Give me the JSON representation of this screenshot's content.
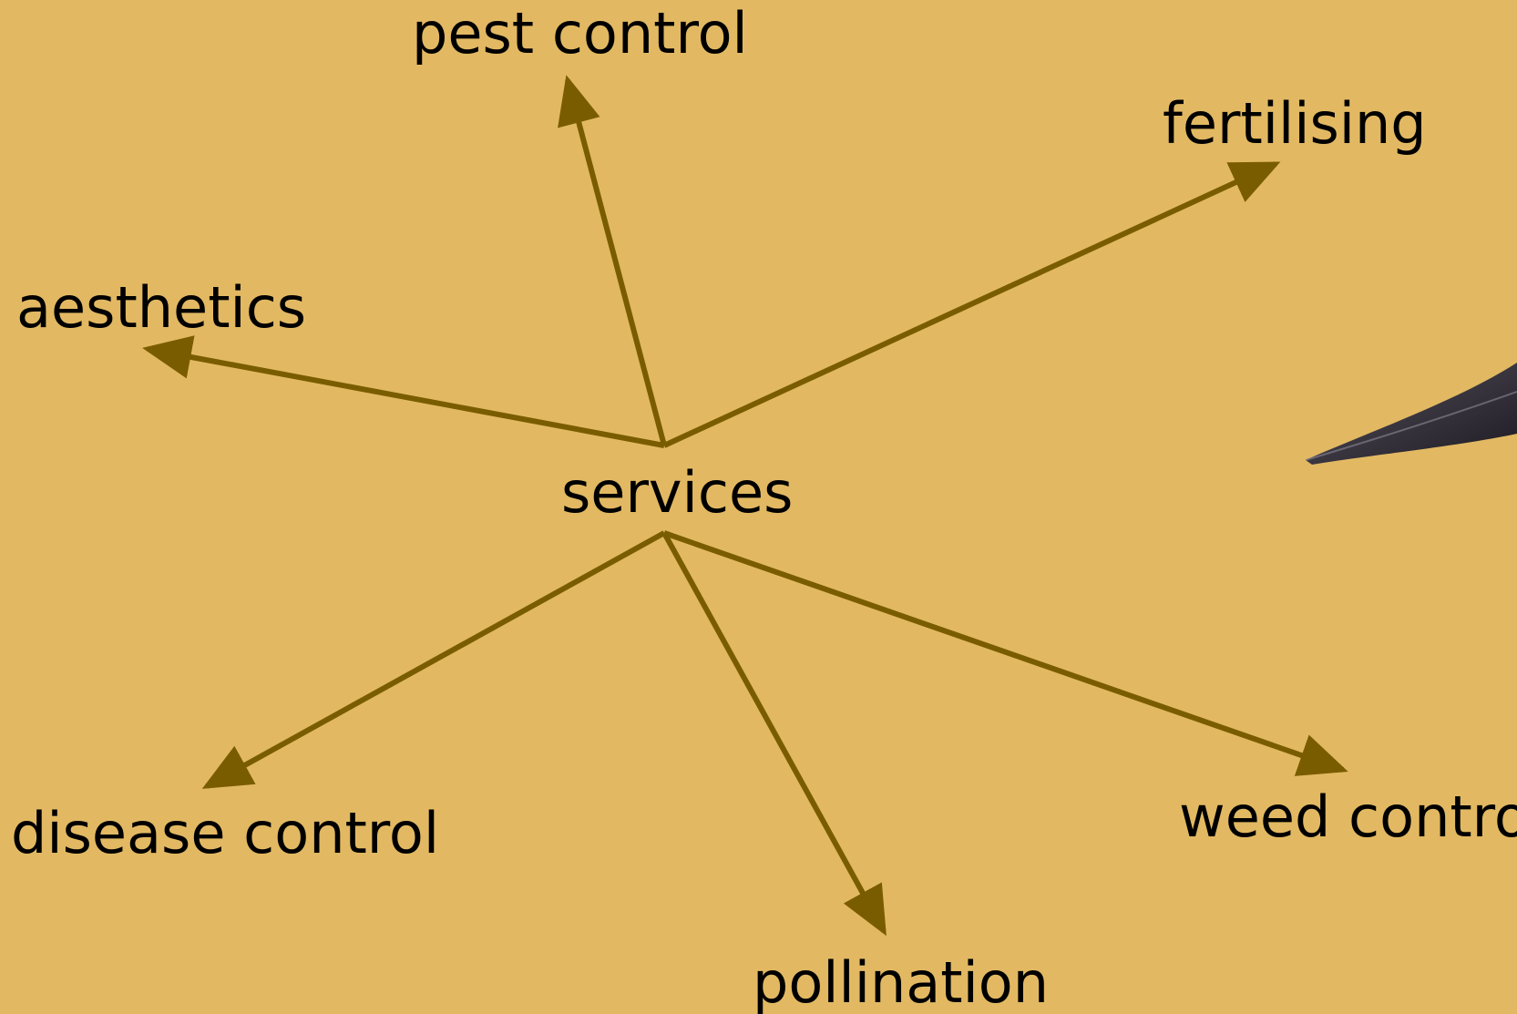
{
  "diagram": {
    "center": "services",
    "branches": [
      {
        "id": "pest",
        "label": "pest control"
      },
      {
        "id": "fert",
        "label": "fertilising"
      },
      {
        "id": "aest",
        "label": "aesthetics"
      },
      {
        "id": "dis",
        "label": "disease control"
      },
      {
        "id": "weed",
        "label": "weed control"
      },
      {
        "id": "poll",
        "label": "pollination"
      }
    ]
  },
  "colors": {
    "background": "#E2B962",
    "arrow": "#7A5C00",
    "text": "#000000",
    "pen_dark": "#2A2630",
    "pen_light": "#6E6C78"
  },
  "icons": {
    "pen": "pen-tip-icon"
  }
}
